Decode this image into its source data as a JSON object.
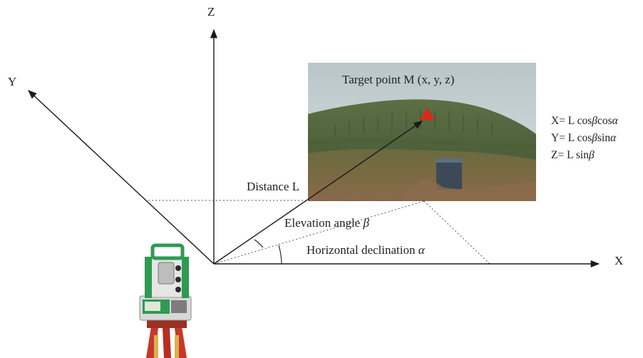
{
  "axes": {
    "z": "Z",
    "y": "Y",
    "x": "X"
  },
  "target_label": "Target point M (x, y, z)",
  "distance_label": "Distance L",
  "elevation_label": {
    "text": "Elevation angle ",
    "symbol": "β"
  },
  "horizontal_label": {
    "text": "Horizontal declination ",
    "symbol": "α"
  },
  "equations": [
    {
      "pre": "X= L cos",
      "s1": "β",
      "mid": "cos",
      "s2": "α"
    },
    {
      "pre": "Y= L cos",
      "s1": "β",
      "mid": "sin",
      "s2": "α"
    },
    {
      "pre": "Z= L sin",
      "s1": "β",
      "mid": "",
      "s2": ""
    }
  ],
  "colors": {
    "target_marker": "#e0251b",
    "instrument_accent": "#2f9a52",
    "tripod": "#c8382a"
  }
}
